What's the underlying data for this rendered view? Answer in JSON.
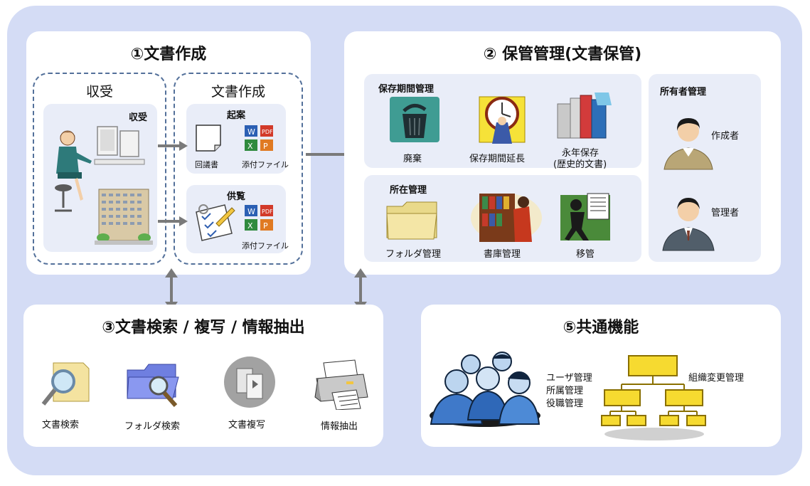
{
  "section1": {
    "title": "①文書作成",
    "receive": {
      "group_title": "収受",
      "box_title": "収受"
    },
    "create": {
      "group_title": "文書作成",
      "draft": {
        "title": "起案",
        "item1": "回議書",
        "item2": "添付ファイル"
      },
      "review": {
        "title": "供覧",
        "item2": "添付ファイル"
      }
    }
  },
  "section2": {
    "title": "② 保管管理(文書保管)",
    "retention": {
      "title": "保存期間管理",
      "items": [
        "廃棄",
        "保存期間延長",
        "永年保存",
        "(歴史的文書)"
      ]
    },
    "location": {
      "title": "所在管理",
      "items": [
        "フォルダ管理",
        "書庫管理",
        "移管"
      ]
    },
    "owner": {
      "title": "所有者管理",
      "items": [
        "作成者",
        "管理者"
      ]
    }
  },
  "section3": {
    "title": "③文書検索 / 複写 / 情報抽出",
    "items": [
      "文書検索",
      "フォルダ検索",
      "文書複写",
      "情報抽出"
    ]
  },
  "section5": {
    "title": "⑤共通機能",
    "user_lines": [
      "ユーザ管理",
      "所属管理",
      "役職管理"
    ],
    "org_label": "組織変更管理"
  },
  "colors": {
    "background": "#d4dcf5",
    "panel": "#ffffff",
    "subpanel": "#e9edf8",
    "dash": "#53709a",
    "arrow": "#7a7a7a"
  }
}
